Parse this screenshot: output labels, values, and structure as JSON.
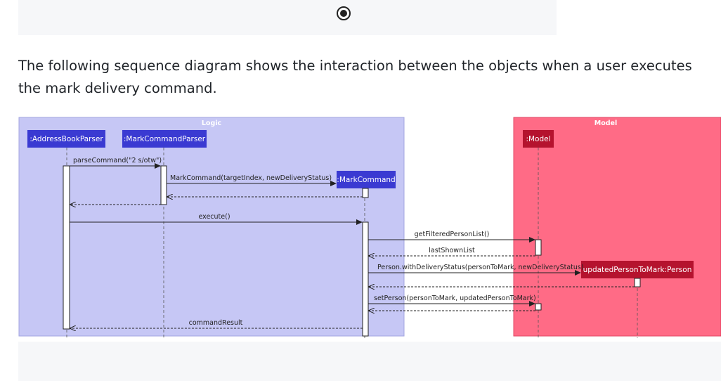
{
  "intro_text": "The following sequence diagram shows the interaction between the objects when a user executes the mark delivery command.",
  "colors": {
    "logic_box": "#c6c7f5",
    "logic_participant": "#3a3ad2",
    "model_box": "#ff6b86",
    "model_participant": "#b5132e"
  },
  "diagram": {
    "logic_title": "Logic",
    "model_title": "Model",
    "participants": {
      "address_book_parser": ":AddressBookParser",
      "mark_command_parser": ":MarkCommandParser",
      "mark_command": ":MarkCommand",
      "model": ":Model",
      "updated_person": "updatedPersonToMark:Person"
    },
    "messages": {
      "parse_command": "parseCommand(\"2 s/otw\")",
      "mark_command_ctor": "MarkCommand(targetIndex, newDeliveryStatus)",
      "execute": "execute()",
      "get_filtered_list": "getFilteredPersonList()",
      "last_shown_list": "lastShownList",
      "with_delivery_status": "Person.withDeliveryStatus(personToMark, newDeliveryStatus)",
      "set_person": "setPerson(personToMark, updatedPersonToMark)",
      "command_result": "commandResult"
    }
  }
}
